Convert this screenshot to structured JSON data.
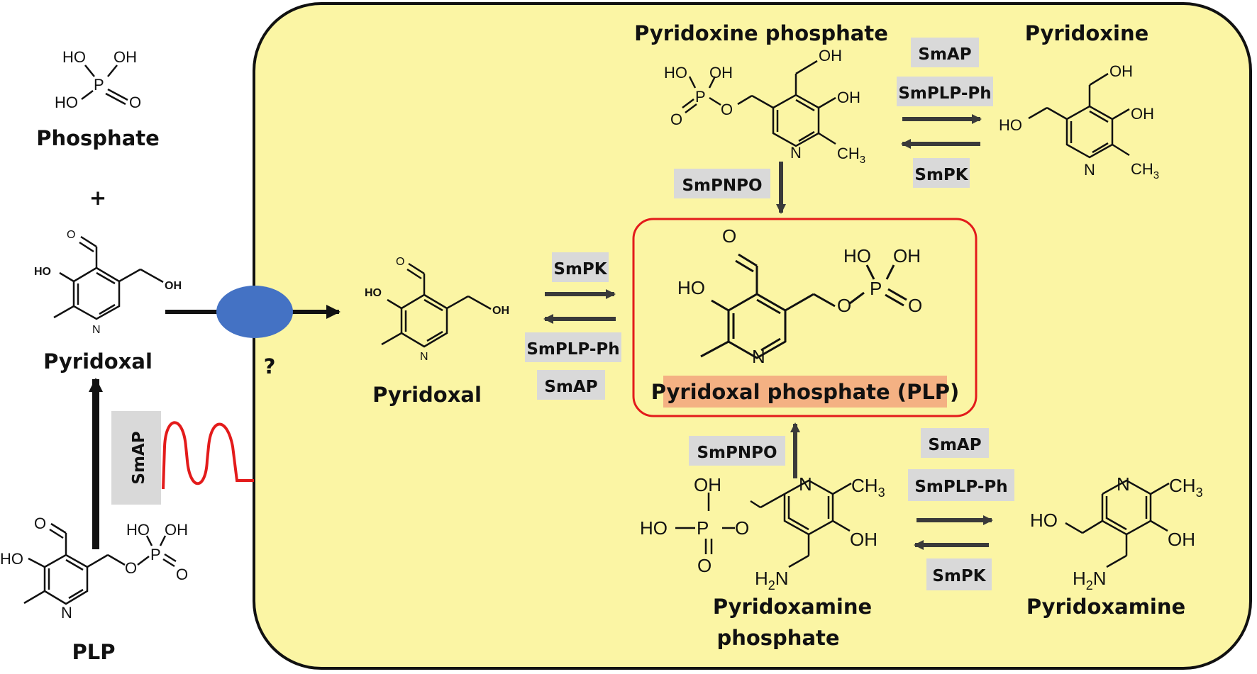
{
  "compounds": {
    "phosphate": "Phosphate",
    "plus": "+",
    "pyridoxal_out": "Pyridoxal",
    "plp_out": "PLP",
    "pyridoxal_in": "Pyridoxal",
    "plp_center": "Pyridoxal phosphate (PLP)",
    "pyridoxine_phosphate": "Pyridoxine phosphate",
    "pyridoxine": "Pyridoxine",
    "pyridoxamine_phosphate_1": "Pyridoxamine",
    "pyridoxamine_phosphate_2": "phosphate",
    "pyridoxamine": "Pyridoxamine"
  },
  "transporter_label": "?",
  "enzymes": {
    "smap_membrane": "SmAP",
    "smpk_pal": "SmPK",
    "smplpph_pal": "SmPLP-Ph",
    "smap_pal": "SmAP",
    "smap_pn": "SmAP",
    "smplpph_pn": "SmPLP-Ph",
    "smpk_pn": "SmPK",
    "smpnpo_top": "SmPNPO",
    "smpnpo_bottom": "SmPNPO",
    "smap_pm": "SmAP",
    "smplpph_pm": "SmPLP-Ph",
    "smpk_pm": "SmPK"
  },
  "atoms": {
    "ho": "HO",
    "oh": "OH",
    "o": "O",
    "p": "P",
    "n": "N",
    "ch3": "CH3",
    "h2n": "H2N"
  },
  "colors": {
    "cell_fill": "#fbf5a4",
    "cell_border": "#111111",
    "transporter": "#4472c4",
    "highlight_border": "#e31b1b",
    "plp_label_bg": "#f4b183",
    "membrane_enzyme": "#e31b1b",
    "arrow": "#111111",
    "enzyme_box": "#d9d9d9"
  }
}
